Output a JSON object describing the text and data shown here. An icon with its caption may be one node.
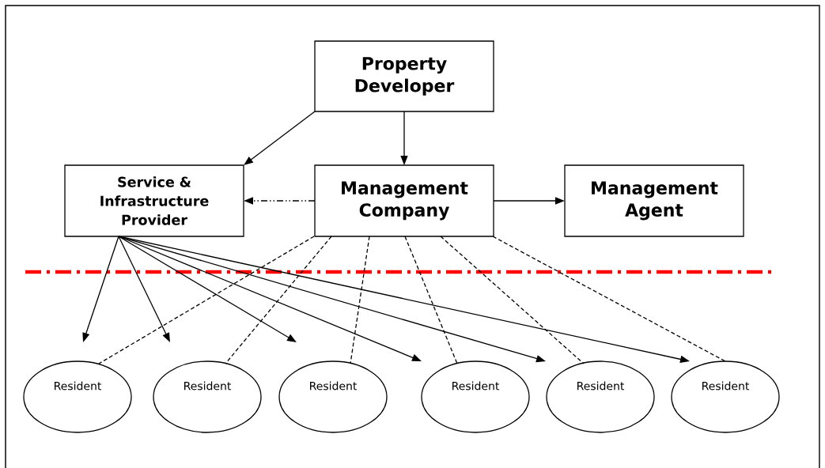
{
  "diagram": {
    "nodes": [
      {
        "text": [
          "Property Developer"
        ]
      },
      {
        "text": [
          "Service & Infrastructure Provider"
        ]
      },
      {
        "text": [
          "Management Company"
        ]
      },
      {
        "text": [
          "Management Agent"
        ]
      },
      {
        "text": [
          "Resident"
        ]
      },
      {
        "text": [
          "Resident"
        ]
      },
      {
        "text": [
          "Resident"
        ]
      },
      {
        "text": [
          "Resident"
        ]
      },
      {
        "text": [
          "Resident"
        ]
      },
      {
        "text": [
          "Resident"
        ]
      }
    ],
    "edges": [
      {
        "from": 0,
        "to": 1,
        "arrow": "to"
      },
      {
        "from": 0,
        "to": 2,
        "arrow": "to"
      },
      {
        "from": 2,
        "to": 1,
        "arrow": "to",
        "style": "dashed"
      },
      {
        "from": 2,
        "to": 3,
        "arrow": "to"
      },
      {
        "from": 1,
        "to": 4,
        "arrow": "to"
      },
      {
        "from": 1,
        "to": 5,
        "arrow": "to"
      },
      {
        "from": 1,
        "to": 6,
        "arrow": "to"
      },
      {
        "from": 1,
        "to": 7,
        "arrow": "to"
      },
      {
        "from": 1,
        "to": 8,
        "arrow": "to"
      },
      {
        "from": 1,
        "to": 9,
        "arrow": "to"
      },
      {
        "from": 2,
        "to": 4,
        "arrow": "none",
        "style": "dashed"
      },
      {
        "from": 2,
        "to": 5,
        "arrow": "none",
        "style": "dashed"
      },
      {
        "from": 2,
        "to": 6,
        "arrow": "none",
        "style": "dashed"
      },
      {
        "from": 2,
        "to": 7,
        "arrow": "none",
        "style": "dashed"
      },
      {
        "from": 2,
        "to": 8,
        "arrow": "none",
        "style": "dashed"
      },
      {
        "from": 2,
        "to": 9,
        "arrow": "none",
        "style": "dashed"
      }
    ]
  }
}
